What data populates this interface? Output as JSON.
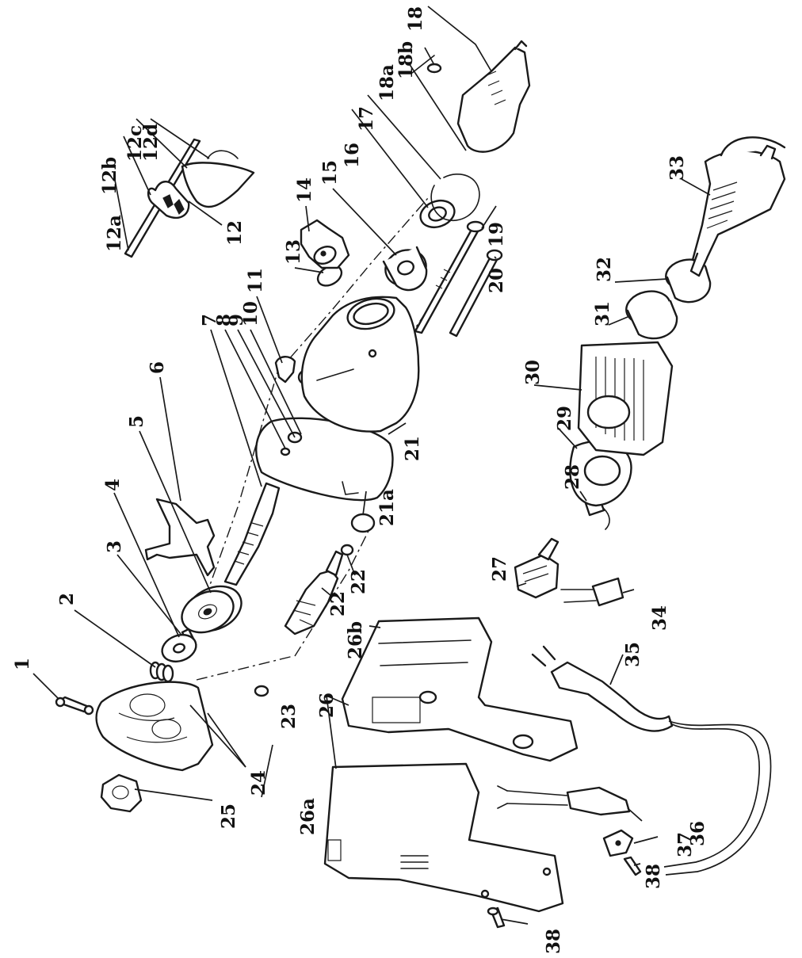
{
  "labels": [
    {
      "id": "p1",
      "text": "1"
    },
    {
      "id": "p2",
      "text": "2"
    },
    {
      "id": "p3",
      "text": "3"
    },
    {
      "id": "p4",
      "text": "4"
    },
    {
      "id": "p5",
      "text": "5"
    },
    {
      "id": "p6",
      "text": "6"
    },
    {
      "id": "p7",
      "text": "7"
    },
    {
      "id": "p8",
      "text": "8"
    },
    {
      "id": "p9",
      "text": "9"
    },
    {
      "id": "p10",
      "text": "10"
    },
    {
      "id": "p11",
      "text": "11"
    },
    {
      "id": "p12",
      "text": "12"
    },
    {
      "id": "p12a",
      "text": "12a"
    },
    {
      "id": "p12b",
      "text": "12b"
    },
    {
      "id": "p12c",
      "text": "12c"
    },
    {
      "id": "p12d",
      "text": "12d"
    },
    {
      "id": "p13",
      "text": "13"
    },
    {
      "id": "p14",
      "text": "14"
    },
    {
      "id": "p15",
      "text": "15"
    },
    {
      "id": "p16",
      "text": "16"
    },
    {
      "id": "p17",
      "text": "17"
    },
    {
      "id": "p18",
      "text": "18"
    },
    {
      "id": "p18a",
      "text": "18a"
    },
    {
      "id": "p18b",
      "text": "18b"
    },
    {
      "id": "p19",
      "text": "19"
    },
    {
      "id": "p20",
      "text": "20"
    },
    {
      "id": "p21",
      "text": "21"
    },
    {
      "id": "p21a",
      "text": "21a"
    },
    {
      "id": "p22a",
      "text": "22"
    },
    {
      "id": "p22b",
      "text": "22"
    },
    {
      "id": "p23",
      "text": "23"
    },
    {
      "id": "p24",
      "text": "24"
    },
    {
      "id": "p25",
      "text": "25"
    },
    {
      "id": "p26",
      "text": "26"
    },
    {
      "id": "p26a",
      "text": "26a"
    },
    {
      "id": "p26b",
      "text": "26b"
    },
    {
      "id": "p27",
      "text": "27"
    },
    {
      "id": "p28",
      "text": "28"
    },
    {
      "id": "p29",
      "text": "29"
    },
    {
      "id": "p30",
      "text": "30"
    },
    {
      "id": "p31",
      "text": "31"
    },
    {
      "id": "p32",
      "text": "32"
    },
    {
      "id": "p33",
      "text": "33"
    },
    {
      "id": "p34",
      "text": "34"
    },
    {
      "id": "p35",
      "text": "35"
    },
    {
      "id": "p36",
      "text": "36"
    },
    {
      "id": "p37",
      "text": "37"
    },
    {
      "id": "p38a",
      "text": "38"
    },
    {
      "id": "p38b",
      "text": "38"
    }
  ]
}
